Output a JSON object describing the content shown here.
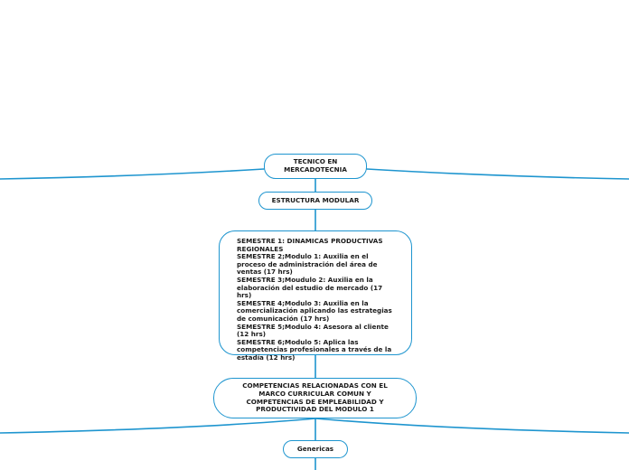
{
  "mindmap": {
    "root": {
      "text": "TECNICO EN MERCADOTECNIA"
    },
    "estructura": {
      "text": "ESTRUCTURA MODULAR"
    },
    "semestres": {
      "lines": [
        "SEMESTRE 1: DINAMICAS PRODUCTIVAS REGIONALES",
        "SEMESTRE 2;Modulo 1: Auxilia en el proceso de administración del área de ventas (17 hrs)",
        "SEMESTRE 3;Moudulo 2: Auxilia en la elaboración del estudio de mercado (17 hrs)",
        "SEMESTRE 4;Modulo 3: Auxilia en la comercialización aplicando las estrategias de comunicación (17 hrs)",
        "SEMESTRE 5;Modulo 4: Asesora al cliente (12 hrs)",
        "SEMESTRE 6;Modulo 5: Aplica las competencias profesionales a través de la estadía (12 hrs)"
      ]
    },
    "competencias": {
      "text": "COMPETENCIAS RELACIONADAS CON EL MARCO CURRICULAR COMUN Y COMPETENCIAS DE EMPLEABILIDAD Y PRODUCTIVIDAD DEL MODULO 1"
    },
    "genericas": {
      "text": "Genericas"
    }
  },
  "colors": {
    "connector": "#1e95cf",
    "node_border": "#1e95cf",
    "node_fill": "#ffffff",
    "text": "#1a1a1a"
  }
}
